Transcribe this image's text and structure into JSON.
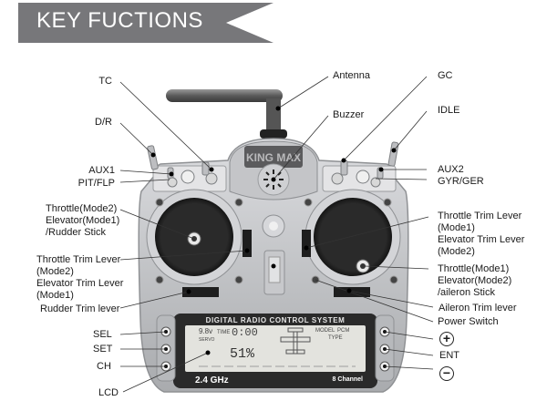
{
  "banner": {
    "title": "KEY FUCTIONS"
  },
  "device": {
    "brand": "KING MAX",
    "lcd_header": "DIGITAL RADIO CONTROL SYSTEM",
    "frequency": "2.4 GHz",
    "channels": "8 Channel",
    "lcd": {
      "voltage": "9.8v",
      "time_label": "TIME",
      "time_value": "0:00",
      "servo_label": "SERVO",
      "percent": "51%",
      "model_label": "MODEL",
      "model_value": "PCM",
      "type_label": "TYPE"
    },
    "side_buttons_left": [
      "SEL",
      "SET",
      "CH"
    ],
    "side_buttons_right": [
      "+",
      "ENT",
      "-"
    ]
  },
  "labels": {
    "left": [
      {
        "id": "tc",
        "text": "TC"
      },
      {
        "id": "dr",
        "text": "D/R"
      },
      {
        "id": "aux1",
        "text": "AUX1"
      },
      {
        "id": "pit-flp",
        "text": "PIT/FLP"
      },
      {
        "id": "left-stick",
        "lines": [
          "Throttle(Mode2)",
          "Elevator(Mode1)",
          "/Rudder Stick"
        ]
      },
      {
        "id": "left-trim",
        "lines": [
          "Throttle Trim Lever",
          "(Mode2)",
          "Elevator Trim Lever",
          "(Mode1)"
        ]
      },
      {
        "id": "rudder-trim",
        "text": "Rudder Trim lever"
      },
      {
        "id": "sel",
        "text": "SEL"
      },
      {
        "id": "set",
        "text": "SET"
      },
      {
        "id": "ch",
        "text": "CH"
      },
      {
        "id": "lcd",
        "text": "LCD"
      }
    ],
    "center": [
      {
        "id": "antenna",
        "text": "Antenna"
      },
      {
        "id": "buzzer",
        "text": "Buzzer"
      }
    ],
    "right": [
      {
        "id": "gc",
        "text": "GC"
      },
      {
        "id": "idle",
        "text": "IDLE"
      },
      {
        "id": "aux2",
        "text": "AUX2"
      },
      {
        "id": "gyr-ger",
        "text": "GYR/GER"
      },
      {
        "id": "right-trim",
        "lines": [
          "Throttle Trim Lever",
          "(Mode1)",
          "Elevator Trim Lever",
          "(Mode2)"
        ]
      },
      {
        "id": "right-stick",
        "lines": [
          "Throttle(Mode1)",
          "Elevator(Mode2)",
          "/aileron Stick"
        ]
      },
      {
        "id": "aileron-trim",
        "text": "Aileron Trim lever"
      },
      {
        "id": "power-switch",
        "text": "Power Switch"
      },
      {
        "id": "plus",
        "symbol": "+",
        "icon": "plus-circle-icon"
      },
      {
        "id": "ent",
        "text": "ENT"
      },
      {
        "id": "minus",
        "symbol": "−",
        "icon": "minus-circle-icon"
      }
    ]
  },
  "colors": {
    "banner": "#7a7a7c",
    "body": "#c9cacc",
    "lcd_bg": "#e6e6e2",
    "dark": "#1e1e1e"
  }
}
